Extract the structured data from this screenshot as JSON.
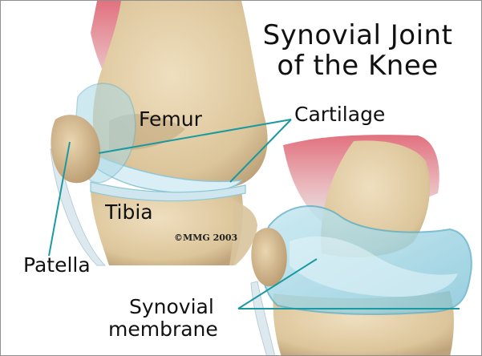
{
  "diagram": {
    "title_line1": "Synovial Joint",
    "title_line2": "of the Knee",
    "labels": {
      "femur": "Femur",
      "cartilage": "Cartilage",
      "tibia": "Tibia",
      "patella": "Patella",
      "synovial_line1": "Synovial",
      "synovial_line2": "membrane"
    },
    "copyright": "©MMG 2003",
    "colors": {
      "bone": "#e3cfa6",
      "bone_shadow": "#c9ad83",
      "muscle": "#d98b93",
      "cartilage": "#cfe6ef",
      "membrane": "#8ecfe0",
      "leader_line": "#1a9aa0"
    }
  }
}
